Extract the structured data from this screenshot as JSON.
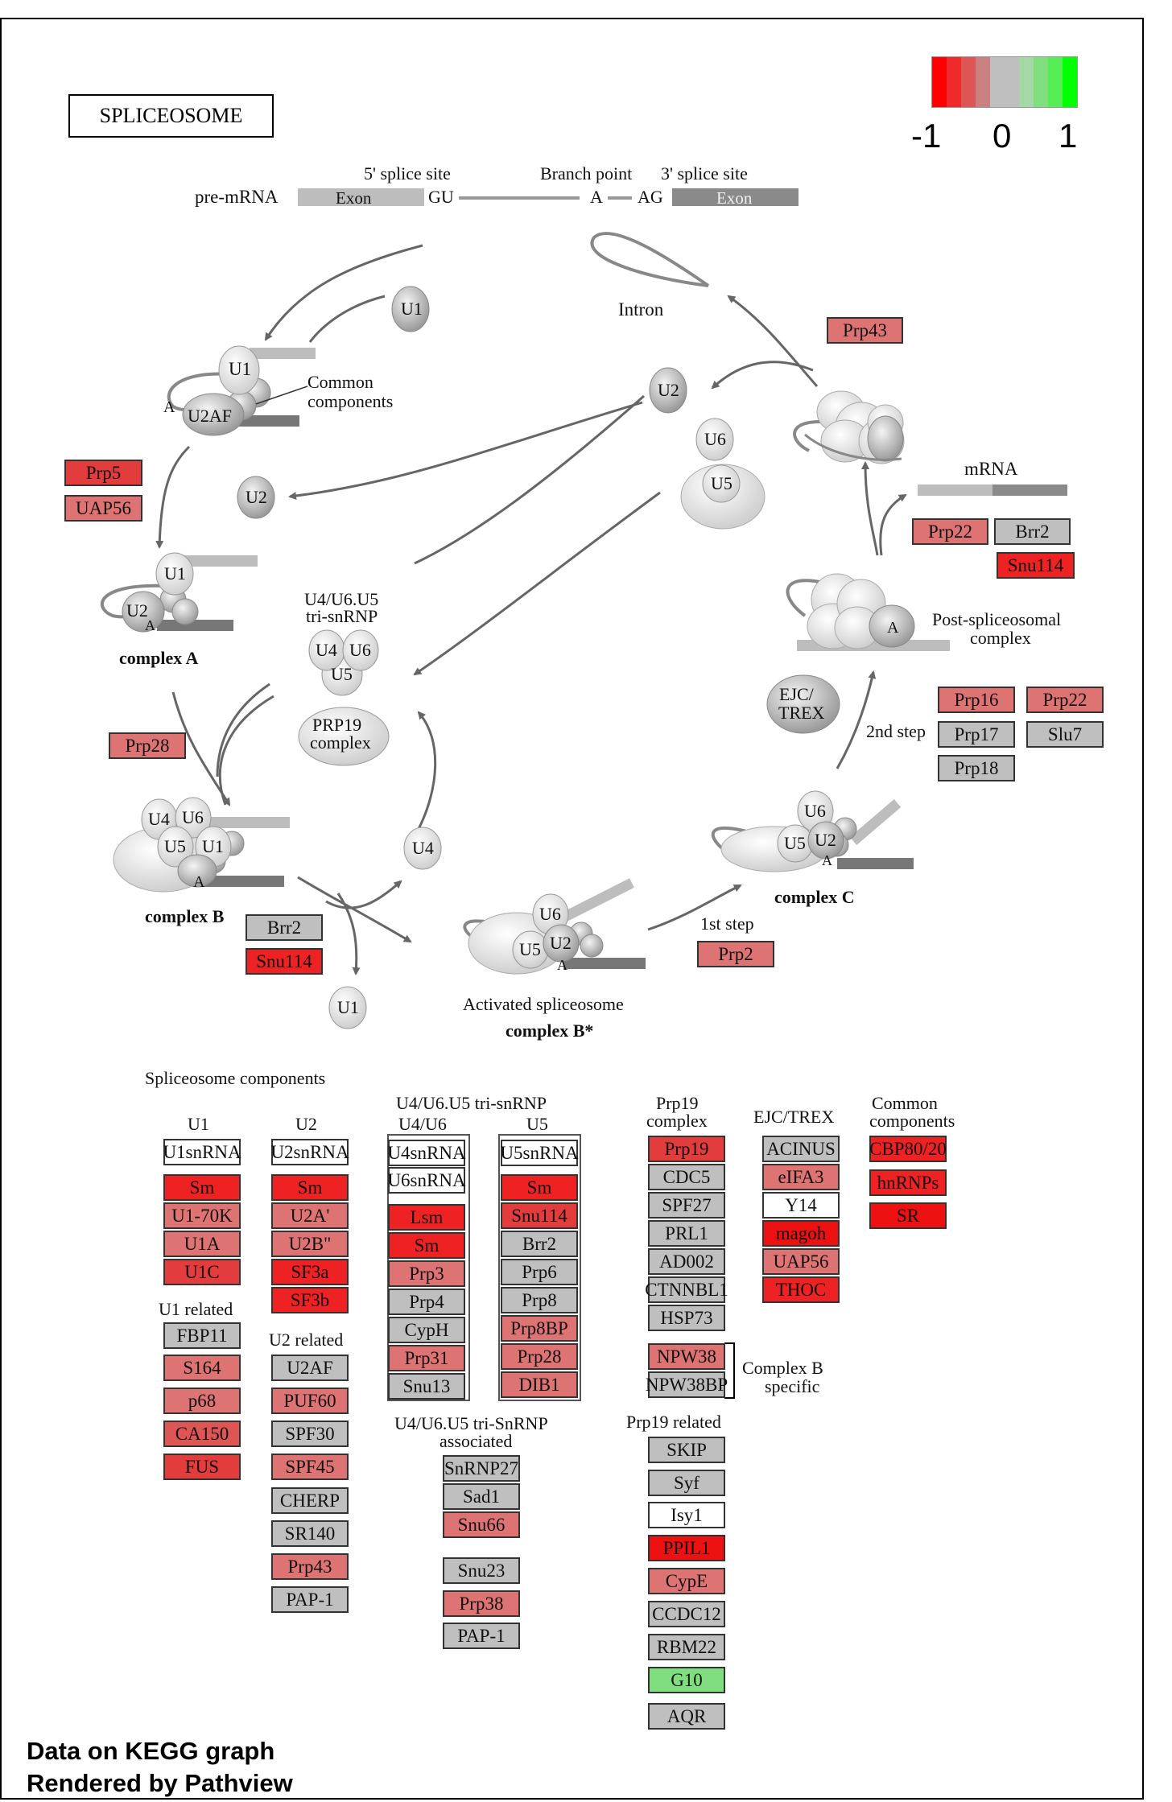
{
  "title": "SPLICEOSOME",
  "legend": {
    "ticks": [
      "-1",
      "0",
      "1"
    ],
    "colors": [
      "#ff0000",
      "#ee2a2a",
      "#dd5555",
      "#c88080",
      "#bfbfbf",
      "#bfbfbf",
      "#a6d8a6",
      "#80e080",
      "#55ee55",
      "#00ff00"
    ]
  },
  "footer": {
    "line1": "Data on KEGG graph",
    "line2": "Rendered by Pathview"
  },
  "pre_mrna": {
    "label": "pre-mRNA",
    "exon1": "Exon",
    "gu": "GU",
    "a": "A",
    "ag": "AG",
    "exon2": "Exon",
    "splice5": "5' splice site",
    "branch": "Branch point",
    "splice3": "3' splice site"
  },
  "labels": {
    "intron": "Intron",
    "common_components_1": "Common",
    "common_components_2": "components",
    "tri_snrnp_1": "U4/U6.U5",
    "tri_snrnp_2": "tri-snRNP",
    "prp19_complex_1": "PRP19",
    "prp19_complex_2": "complex",
    "complex_a": "complex A",
    "complex_b": "complex B",
    "complex_c": "complex C",
    "activated_1": "Activated spliceosome",
    "activated_2": "complex B*",
    "post_1": "Post-spliceosomal",
    "post_2": "complex",
    "ejc_1": "EJC/",
    "ejc_2": "TREX",
    "mrna": "mRNA",
    "step1": "1st step",
    "step2": "2nd step"
  },
  "snrnp": {
    "u1": "U1",
    "u2": "U2",
    "u4": "U4",
    "u5": "U5",
    "u6": "U6",
    "u2af": "U2AF",
    "a": "A"
  },
  "section": {
    "components": "Spliceosome components",
    "u1": "U1",
    "u2": "U2",
    "tri_header": "U4/U6.U5 tri-snRNP",
    "u4u6": "U4/U6",
    "u5": "U5",
    "prp19_complex_1": "Prp19",
    "prp19_complex_2": "complex",
    "ejc_trex": "EJC/TREX",
    "common_1": "Common",
    "common_2": "components",
    "u1_related": "U1 related",
    "u2_related": "U2 related",
    "tri_assoc_1": "U4/U6.U5 tri-SnRNP",
    "tri_assoc_2": "associated",
    "prp19_related": "Prp19 related",
    "complex_b_specific_1": "Complex B",
    "complex_b_specific_2": "specific"
  },
  "gene_boxes": [
    {
      "label": "Prp43",
      "color": "#dd7373"
    },
    {
      "label": "Prp5",
      "color": "#e23c3c"
    },
    {
      "label": "UAP56",
      "color": "#dd7373"
    },
    {
      "label": "Prp22",
      "color": "#dd7373"
    },
    {
      "label": "Brr2",
      "color": "#bfbfbf"
    },
    {
      "label": "Snu114",
      "color": "#ee2222"
    },
    {
      "label": "Prp28",
      "color": "#dd7373"
    },
    {
      "label": "Prp16",
      "color": "#dd7373"
    },
    {
      "label": "Prp22",
      "color": "#dd7373"
    },
    {
      "label": "Prp17",
      "color": "#bfbfbf"
    },
    {
      "label": "Slu7",
      "color": "#bfbfbf"
    },
    {
      "label": "Prp18",
      "color": "#bfbfbf"
    },
    {
      "label": "Brr2",
      "color": "#bfbfbf"
    },
    {
      "label": "Snu114",
      "color": "#ee2222"
    },
    {
      "label": "Prp2",
      "color": "#dd7373"
    },
    {
      "label": "U1snRNA",
      "color": "#ffffff"
    },
    {
      "label": "Sm",
      "color": "#ee2222"
    },
    {
      "label": "U1-70K",
      "color": "#dd7373"
    },
    {
      "label": "U1A",
      "color": "#dd7373"
    },
    {
      "label": "U1C",
      "color": "#e23c3c"
    },
    {
      "label": "FBP11",
      "color": "#bfbfbf"
    },
    {
      "label": "S164",
      "color": "#dd7373"
    },
    {
      "label": "p68",
      "color": "#dd7373"
    },
    {
      "label": "CA150",
      "color": "#dd5555"
    },
    {
      "label": "FUS",
      "color": "#e23c3c"
    },
    {
      "label": "U2snRNA",
      "color": "#ffffff"
    },
    {
      "label": "Sm",
      "color": "#ee2222"
    },
    {
      "label": "U2A'",
      "color": "#dd7373"
    },
    {
      "label": "U2B\"",
      "color": "#dd7373"
    },
    {
      "label": "SF3a",
      "color": "#ee2222"
    },
    {
      "label": "SF3b",
      "color": "#ee2222"
    },
    {
      "label": "U2AF",
      "color": "#bfbfbf"
    },
    {
      "label": "PUF60",
      "color": "#dd7373"
    },
    {
      "label": "SPF30",
      "color": "#bfbfbf"
    },
    {
      "label": "SPF45",
      "color": "#dd7373"
    },
    {
      "label": "CHERP",
      "color": "#bfbfbf"
    },
    {
      "label": "SR140",
      "color": "#bfbfbf"
    },
    {
      "label": "Prp43",
      "color": "#dd7373"
    },
    {
      "label": "PAP-1",
      "color": "#bfbfbf"
    },
    {
      "label": "U4snRNA",
      "color": "#ffffff"
    },
    {
      "label": "U6snRNA",
      "color": "#ffffff"
    },
    {
      "label": "Lsm",
      "color": "#ee2222"
    },
    {
      "label": "Sm",
      "color": "#ee2222"
    },
    {
      "label": "Prp3",
      "color": "#dd7373"
    },
    {
      "label": "Prp4",
      "color": "#bfbfbf"
    },
    {
      "label": "CypH",
      "color": "#bfbfbf"
    },
    {
      "label": "Prp31",
      "color": "#dd7373"
    },
    {
      "label": "Snu13",
      "color": "#bfbfbf"
    },
    {
      "label": "U5snRNA",
      "color": "#ffffff"
    },
    {
      "label": "Sm",
      "color": "#ee2222"
    },
    {
      "label": "Snu114",
      "color": "#e23c3c"
    },
    {
      "label": "Brr2",
      "color": "#bfbfbf"
    },
    {
      "label": "Prp6",
      "color": "#bfbfbf"
    },
    {
      "label": "Prp8",
      "color": "#bfbfbf"
    },
    {
      "label": "Prp8BP",
      "color": "#dd7373"
    },
    {
      "label": "Prp28",
      "color": "#dd7373"
    },
    {
      "label": "DIB1",
      "color": "#dd7373"
    },
    {
      "label": "SnRNP27",
      "color": "#bfbfbf"
    },
    {
      "label": "Sad1",
      "color": "#bfbfbf"
    },
    {
      "label": "Snu66",
      "color": "#dd7373"
    },
    {
      "label": "Snu23",
      "color": "#bfbfbf"
    },
    {
      "label": "Prp38",
      "color": "#dd7373"
    },
    {
      "label": "PAP-1",
      "color": "#bfbfbf"
    },
    {
      "label": "Prp19",
      "color": "#e23c3c"
    },
    {
      "label": "CDC5",
      "color": "#bfbfbf"
    },
    {
      "label": "SPF27",
      "color": "#bfbfbf"
    },
    {
      "label": "PRL1",
      "color": "#bfbfbf"
    },
    {
      "label": "AD002",
      "color": "#bfbfbf"
    },
    {
      "label": "CTNNBL1",
      "color": "#bfbfbf"
    },
    {
      "label": "HSP73",
      "color": "#bfbfbf"
    },
    {
      "label": "NPW38",
      "color": "#dd7373"
    },
    {
      "label": "NPW38BP",
      "color": "#bfbfbf"
    },
    {
      "label": "SKIP",
      "color": "#bfbfbf"
    },
    {
      "label": "Syf",
      "color": "#bfbfbf"
    },
    {
      "label": "Isy1",
      "color": "#ffffff"
    },
    {
      "label": "PPIL1",
      "color": "#ee1111"
    },
    {
      "label": "CypE",
      "color": "#dd7373"
    },
    {
      "label": "CCDC12",
      "color": "#bfbfbf"
    },
    {
      "label": "RBM22",
      "color": "#bfbfbf"
    },
    {
      "label": "G10",
      "color": "#80dd80"
    },
    {
      "label": "AQR",
      "color": "#bfbfbf"
    },
    {
      "label": "ACINUS",
      "color": "#bfbfbf"
    },
    {
      "label": "eIFA3",
      "color": "#dd7373"
    },
    {
      "label": "Y14",
      "color": "#ffffff"
    },
    {
      "label": "magoh",
      "color": "#ee1111"
    },
    {
      "label": "UAP56",
      "color": "#dd7373"
    },
    {
      "label": "THOC",
      "color": "#ee2222"
    },
    {
      "label": "CBP80/20",
      "color": "#ee2222"
    },
    {
      "label": "hnRNPs",
      "color": "#ee2222"
    },
    {
      "label": "SR",
      "color": "#ee1111"
    }
  ]
}
